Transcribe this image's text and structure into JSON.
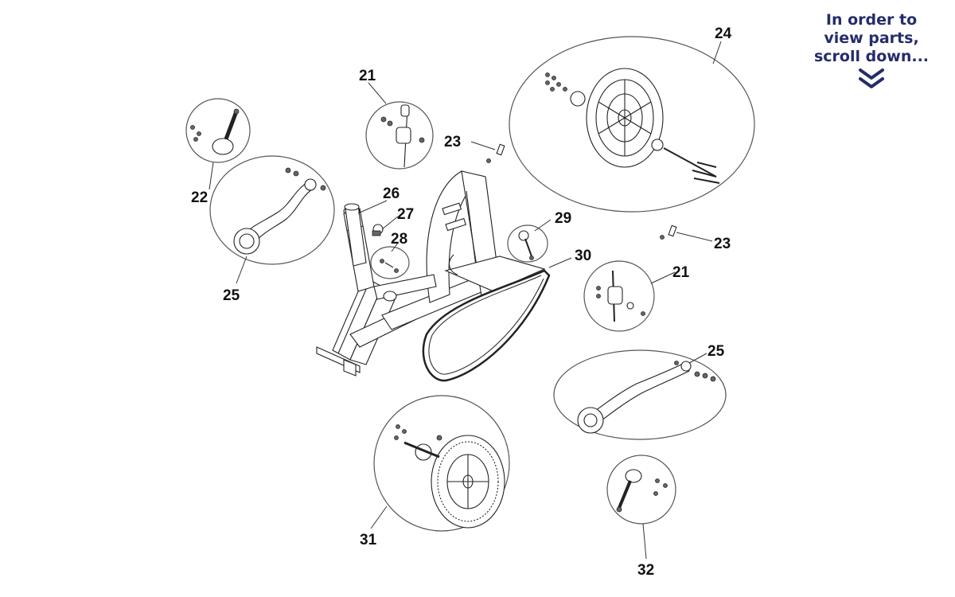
{
  "scroll_hint": {
    "lines": [
      "In order to",
      "view parts,",
      "scroll down..."
    ],
    "icon": "double-chevron-down-icon",
    "color": "#252c6b"
  },
  "callouts": {
    "c21a": "21",
    "c21b": "21",
    "c22": "22",
    "c23a": "23",
    "c23b": "23",
    "c24": "24",
    "c25a": "25",
    "c25b": "25",
    "c26": "26",
    "c27": "27",
    "c28": "28",
    "c29": "29",
    "c30": "30",
    "c31": "31",
    "c32": "32"
  }
}
